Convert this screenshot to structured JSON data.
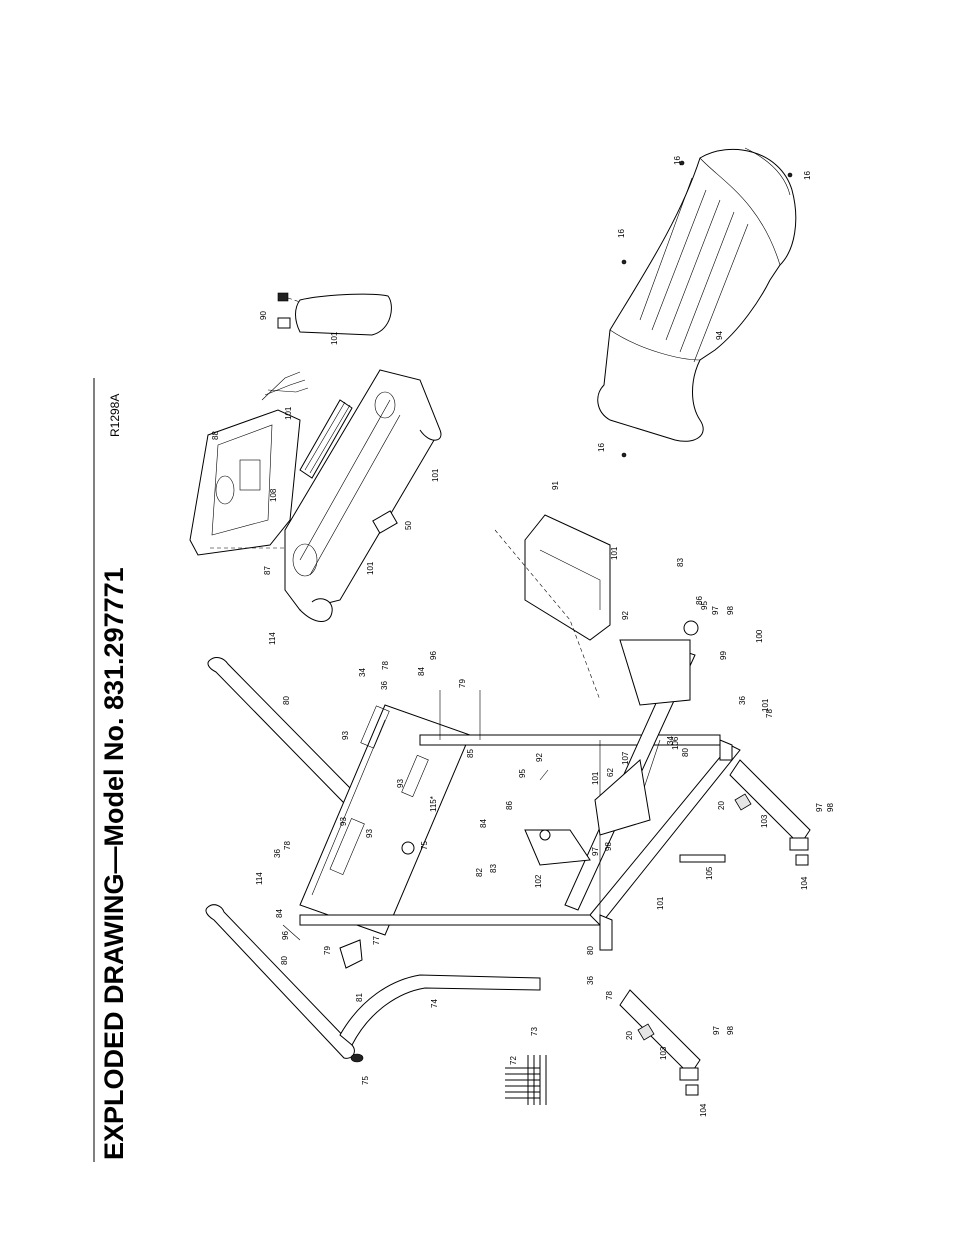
{
  "header": {
    "title": "EXPLODED DRAWING—Model No. 831.297771",
    "drawing_code": "R1298A"
  },
  "callouts": [
    {
      "id": "c16a",
      "text": "16"
    },
    {
      "id": "c16b",
      "text": "16"
    },
    {
      "id": "c16c",
      "text": "16"
    },
    {
      "id": "c16d",
      "text": "16"
    },
    {
      "id": "c94",
      "text": "94"
    },
    {
      "id": "c90",
      "text": "90"
    },
    {
      "id": "c101a",
      "text": "101"
    },
    {
      "id": "c101b",
      "text": "101"
    },
    {
      "id": "c101c",
      "text": "101"
    },
    {
      "id": "c101d",
      "text": "101"
    },
    {
      "id": "c101e",
      "text": "101"
    },
    {
      "id": "c101f",
      "text": "101"
    },
    {
      "id": "c101g",
      "text": "101"
    },
    {
      "id": "c101h",
      "text": "101"
    },
    {
      "id": "c88",
      "text": "88"
    },
    {
      "id": "c108",
      "text": "108"
    },
    {
      "id": "c87",
      "text": "87"
    },
    {
      "id": "c50",
      "text": "50"
    },
    {
      "id": "c91",
      "text": "91"
    },
    {
      "id": "c114a",
      "text": "114"
    },
    {
      "id": "c114b",
      "text": "114"
    },
    {
      "id": "c80a",
      "text": "80"
    },
    {
      "id": "c80b",
      "text": "80"
    },
    {
      "id": "c80c",
      "text": "80"
    },
    {
      "id": "c80d",
      "text": "80"
    },
    {
      "id": "c96a",
      "text": "96"
    },
    {
      "id": "c96b",
      "text": "96"
    },
    {
      "id": "c78a",
      "text": "78"
    },
    {
      "id": "c78b",
      "text": "78"
    },
    {
      "id": "c78c",
      "text": "78"
    },
    {
      "id": "c78d",
      "text": "78"
    },
    {
      "id": "c84a",
      "text": "84"
    },
    {
      "id": "c84b",
      "text": "84"
    },
    {
      "id": "c84c",
      "text": "84"
    },
    {
      "id": "c34a",
      "text": "34"
    },
    {
      "id": "c34b",
      "text": "34"
    },
    {
      "id": "c36a",
      "text": "36"
    },
    {
      "id": "c36b",
      "text": "36"
    },
    {
      "id": "c36c",
      "text": "36"
    },
    {
      "id": "c36d",
      "text": "36"
    },
    {
      "id": "c79a",
      "text": "79"
    },
    {
      "id": "c79b",
      "text": "79"
    },
    {
      "id": "c93a",
      "text": "93"
    },
    {
      "id": "c93b",
      "text": "93"
    },
    {
      "id": "c93c",
      "text": "93"
    },
    {
      "id": "c93d",
      "text": "93"
    },
    {
      "id": "c85",
      "text": "85"
    },
    {
      "id": "c115",
      "text": "115*"
    },
    {
      "id": "c75a",
      "text": "75"
    },
    {
      "id": "c75b",
      "text": "75"
    },
    {
      "id": "c82",
      "text": "82"
    },
    {
      "id": "c95a",
      "text": "95"
    },
    {
      "id": "c95b",
      "text": "95"
    },
    {
      "id": "c92a",
      "text": "92"
    },
    {
      "id": "c92b",
      "text": "92"
    },
    {
      "id": "c86a",
      "text": "86"
    },
    {
      "id": "c86b",
      "text": "86"
    },
    {
      "id": "c83a",
      "text": "83"
    },
    {
      "id": "c83b",
      "text": "83"
    },
    {
      "id": "c102",
      "text": "102"
    },
    {
      "id": "c97a",
      "text": "97"
    },
    {
      "id": "c97b",
      "text": "97"
    },
    {
      "id": "c97c",
      "text": "97"
    },
    {
      "id": "c97d",
      "text": "97"
    },
    {
      "id": "c98a",
      "text": "98"
    },
    {
      "id": "c98b",
      "text": "98"
    },
    {
      "id": "c98c",
      "text": "98"
    },
    {
      "id": "c98d",
      "text": "98"
    },
    {
      "id": "c62",
      "text": "62"
    },
    {
      "id": "c107",
      "text": "107"
    },
    {
      "id": "c106",
      "text": "106"
    },
    {
      "id": "c99",
      "text": "99"
    },
    {
      "id": "c100",
      "text": "100"
    },
    {
      "id": "c20a",
      "text": "20"
    },
    {
      "id": "c20b",
      "text": "20"
    },
    {
      "id": "c103a",
      "text": "103"
    },
    {
      "id": "c103b",
      "text": "103"
    },
    {
      "id": "c104a",
      "text": "104"
    },
    {
      "id": "c104b",
      "text": "104"
    },
    {
      "id": "c105",
      "text": "105"
    },
    {
      "id": "c77",
      "text": "77"
    },
    {
      "id": "c81",
      "text": "81"
    },
    {
      "id": "c74",
      "text": "74"
    },
    {
      "id": "c72",
      "text": "72"
    },
    {
      "id": "c73",
      "text": "73"
    }
  ]
}
